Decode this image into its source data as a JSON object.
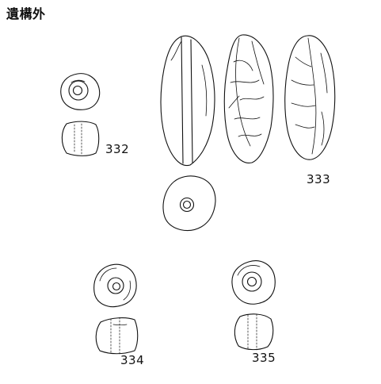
{
  "header": {
    "title": "遺構外"
  },
  "items": [
    {
      "label": "332"
    },
    {
      "label": "333"
    },
    {
      "label": "334"
    },
    {
      "label": "335"
    }
  ],
  "colors": {
    "ink": "#111111",
    "background": "#ffffff"
  }
}
